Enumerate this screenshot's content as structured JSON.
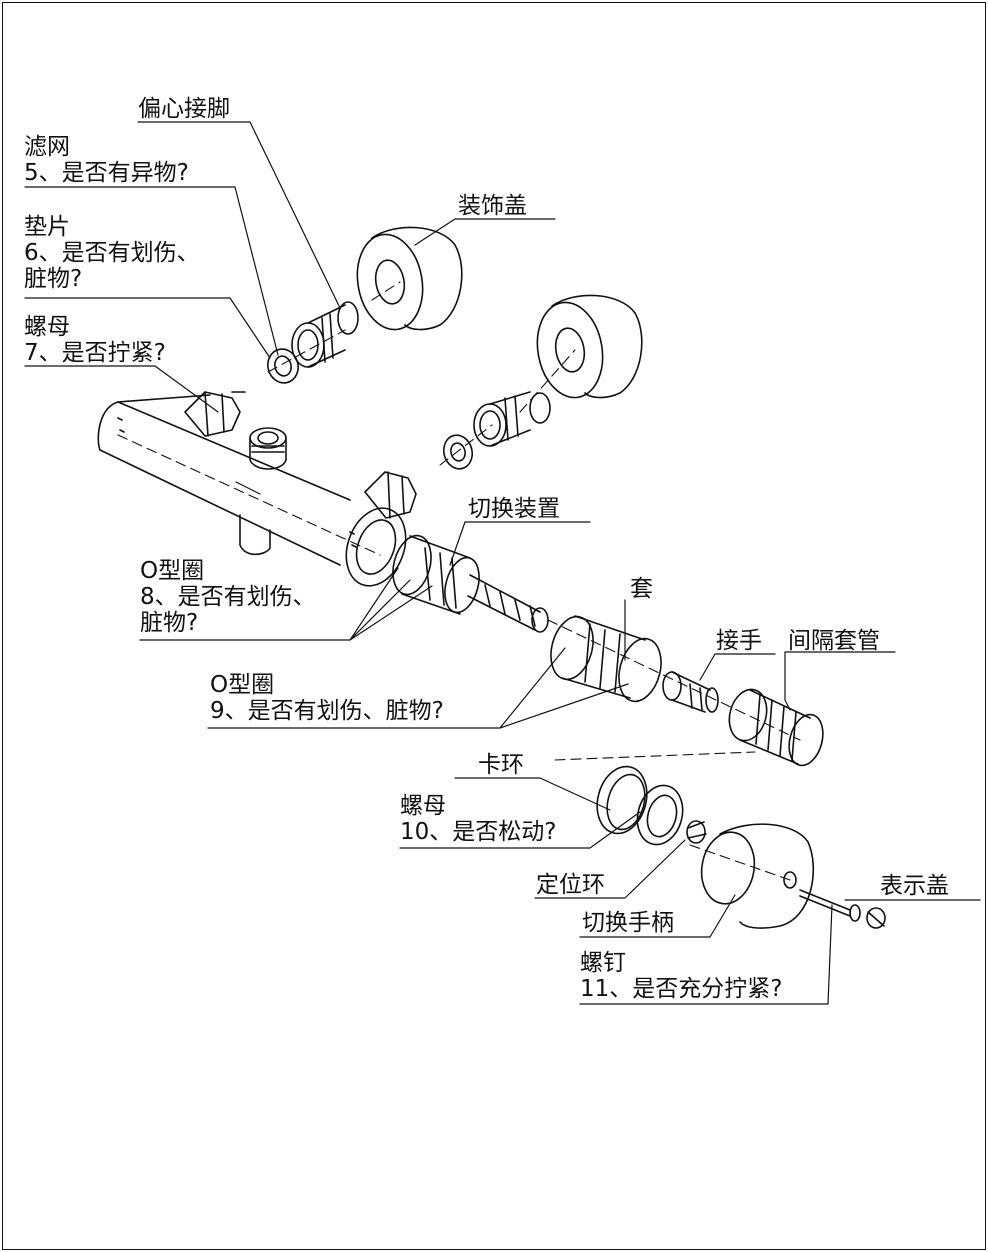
{
  "labels": {
    "eccentric_connector": "偏心接脚",
    "strainer": "滤网",
    "strainer_check": "5、是否有异物?",
    "decorative_cover": "装饰盖",
    "gasket": "垫片",
    "gasket_check_1": "6、是否有划伤、",
    "gasket_check_2": "脏物?",
    "nut_top": "螺母",
    "nut_top_check": "7、是否拧紧?",
    "switch_device": "切换装置",
    "oring_a": "O型圈",
    "oring_a_check_1": "8、是否有划伤、",
    "oring_a_check_2": "脏物?",
    "sleeve": "套",
    "connector": "接手",
    "spacer_sleeve": "间隔套管",
    "oring_b": "O型圈",
    "oring_b_check": "9、是否有划伤、脏物?",
    "snap_ring": "卡环",
    "nut_bottom": "螺母",
    "nut_bottom_check": "10、是否松动?",
    "positioning_ring": "定位环",
    "indicator_cap": "表示盖",
    "switch_handle": "切换手柄",
    "screw": "螺钉",
    "screw_check": "11、是否充分拧紧?"
  },
  "colors": {
    "line": "#111111",
    "background": "#ffffff"
  }
}
